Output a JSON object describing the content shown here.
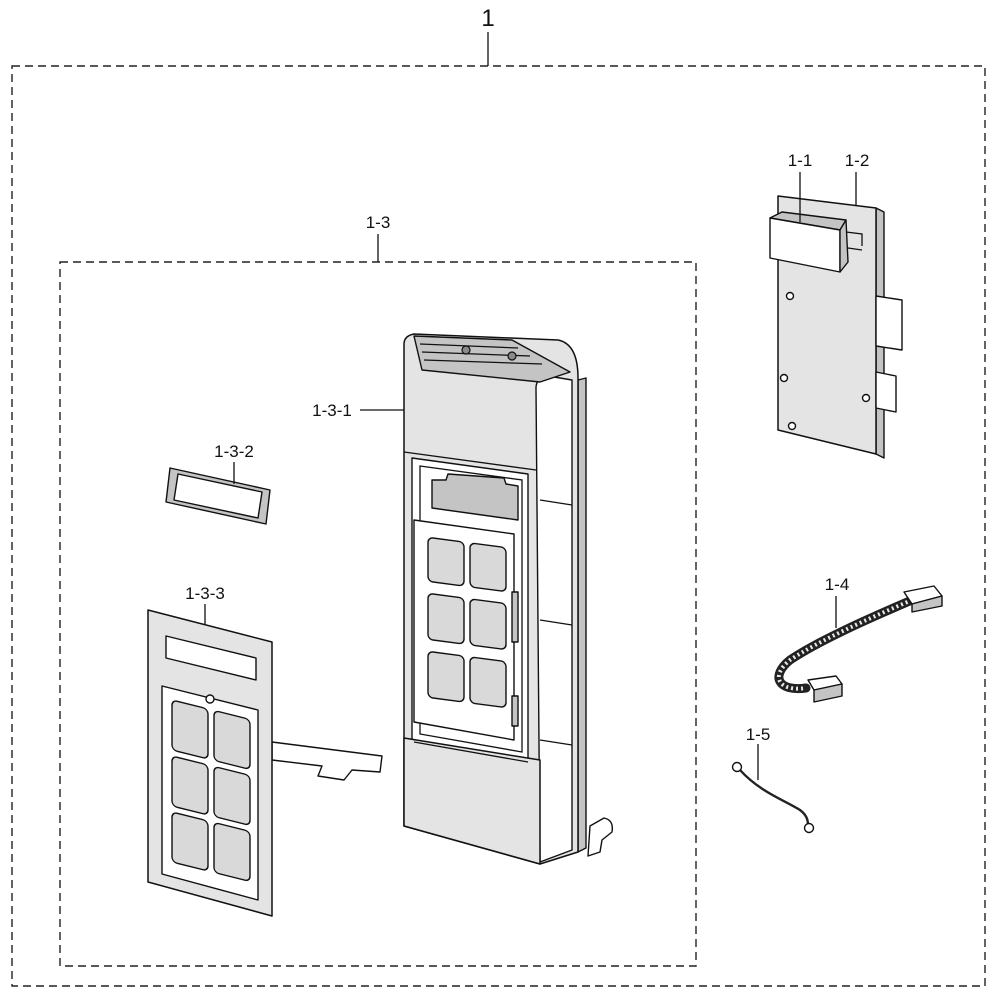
{
  "labels": {
    "assembly": "1",
    "pcb_part": "1-1",
    "pcb_board": "1-2",
    "control_panel_assembly": "1-3",
    "panel_frame": "1-3-1",
    "display_window": "1-3-2",
    "membrane_keypad": "1-3-3",
    "wire_harness": "1-4",
    "ground_wire": "1-5"
  }
}
